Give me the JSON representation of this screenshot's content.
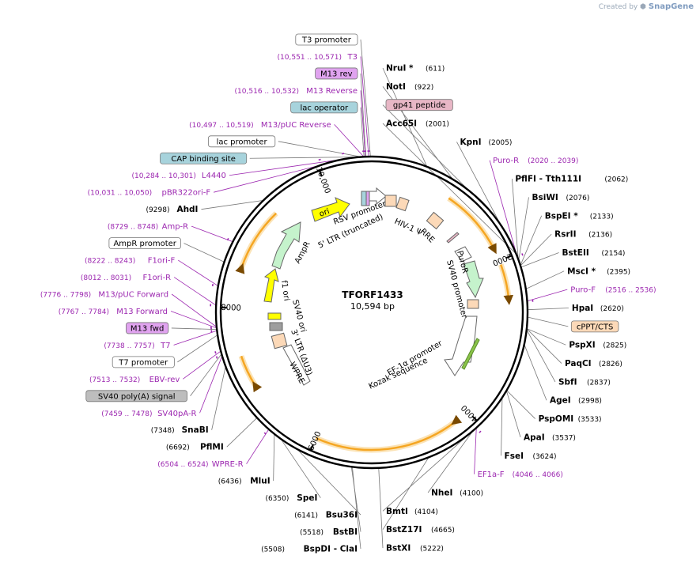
{
  "brand": {
    "created_by": "Created by",
    "name": "SnapGene"
  },
  "plasmid": {
    "name": "TFORF1433",
    "length": "10,594 bp"
  },
  "ticks": [
    {
      "text": "2000",
      "bp": 2000
    },
    {
      "text": "4000",
      "bp": 4000
    },
    {
      "text": "6000",
      "bp": 6000
    },
    {
      "text": "8000",
      "bp": 8000
    },
    {
      "text": "10,000",
      "bp": 10000
    }
  ],
  "sites": [
    {
      "side": "R",
      "name": "NruI *",
      "pos": "(611)",
      "bp": 611
    },
    {
      "side": "R",
      "name": "NotI",
      "pos": "(922)",
      "bp": 922
    },
    {
      "side": "R",
      "kind": "box",
      "name": "gp41 peptide",
      "color": "#e8b7c6",
      "bp": 1500
    },
    {
      "side": "R",
      "name": "Acc65I",
      "pos": "(2001)",
      "bp": 2001
    },
    {
      "side": "R",
      "name": "KpnI",
      "pos": "(2005)",
      "bp": 2005
    },
    {
      "side": "R",
      "kind": "primer",
      "name": "Puro-R",
      "pos": "(2020 .. 2039)",
      "bp": 2030
    },
    {
      "side": "R",
      "name": "PflFI - Tth111I",
      "pos": "(2062)",
      "bp": 2062
    },
    {
      "side": "R",
      "name": "BsiWI",
      "pos": "(2076)",
      "bp": 2076
    },
    {
      "side": "R",
      "name": "BspEI *",
      "pos": "(2133)",
      "bp": 2133
    },
    {
      "side": "R",
      "name": "RsrII",
      "pos": "(2136)",
      "bp": 2136
    },
    {
      "side": "R",
      "name": "BstEII",
      "pos": "(2154)",
      "bp": 2154
    },
    {
      "side": "R",
      "name": "MscI *",
      "pos": "(2395)",
      "bp": 2395
    },
    {
      "side": "R",
      "kind": "primer",
      "name": "Puro-F",
      "pos": "(2516 .. 2536)",
      "bp": 2526
    },
    {
      "side": "R",
      "name": "HpaI",
      "pos": "(2620)",
      "bp": 2620
    },
    {
      "side": "R",
      "kind": "box",
      "name": "cPPT/CTS",
      "color": "#fcd9b8",
      "bp": 2700
    },
    {
      "side": "R",
      "name": "PspXI",
      "pos": "(2825)",
      "bp": 2825
    },
    {
      "side": "R",
      "name": "PaqCI",
      "pos": "(2826)",
      "bp": 2826
    },
    {
      "side": "R",
      "name": "SbfI",
      "pos": "(2837)",
      "bp": 2837
    },
    {
      "side": "R",
      "name": "AgeI",
      "pos": "(2998)",
      "bp": 2998
    },
    {
      "side": "R",
      "name": "PspOMI",
      "pos": "(3533)",
      "bp": 3533
    },
    {
      "side": "R",
      "name": "ApaI",
      "pos": "(3537)",
      "bp": 3537
    },
    {
      "side": "R",
      "name": "FseI",
      "pos": "(3624)",
      "bp": 3624
    },
    {
      "side": "R",
      "kind": "primer",
      "name": "EF1a-F",
      "pos": "(4046 .. 4066)",
      "bp": 4056
    },
    {
      "side": "R",
      "name": "NheI",
      "pos": "(4100)",
      "bp": 4100
    },
    {
      "side": "R",
      "name": "BmtI",
      "pos": "(4104)",
      "bp": 4104
    },
    {
      "side": "R",
      "name": "BstZ17I",
      "pos": "(4665)",
      "bp": 4665
    },
    {
      "side": "R",
      "name": "BstXI",
      "pos": "(5222)",
      "bp": 5222
    },
    {
      "side": "L",
      "name": "BstBI",
      "pos": "(5518)",
      "bp": 5518
    },
    {
      "side": "L",
      "name": "BspDI - ClaI",
      "pos": "(5508)",
      "bp": 5508
    },
    {
      "side": "L",
      "name": "Bsu36I",
      "pos": "(6141)",
      "bp": 6141
    },
    {
      "side": "L",
      "name": "SpeI",
      "pos": "(6350)",
      "bp": 6350
    },
    {
      "side": "L",
      "name": "MluI",
      "pos": "(6436)",
      "bp": 6436
    },
    {
      "side": "L",
      "kind": "primer",
      "name": "WPRE-R",
      "pos": "(6504 .. 6524)",
      "bp": 6514
    },
    {
      "side": "L",
      "name": "PflMI",
      "pos": "(6692)",
      "bp": 6692
    },
    {
      "side": "L",
      "name": "SnaBI",
      "pos": "(7348)",
      "bp": 7348
    },
    {
      "side": "L",
      "kind": "primer",
      "name": "SV40pA-R",
      "pos": "(7459 .. 7478)",
      "bp": 7468
    },
    {
      "side": "L",
      "kind": "box",
      "name": "SV40 poly(A) signal",
      "color": "#bdbdbd",
      "bp": 7490
    },
    {
      "side": "L",
      "kind": "primer",
      "name": "EBV-rev",
      "pos": "(7513 .. 7532)",
      "bp": 7522
    },
    {
      "side": "L",
      "kind": "box",
      "name": "T7 promoter",
      "color": "#ffffff",
      "bp": 7700
    },
    {
      "side": "L",
      "kind": "primer",
      "name": "T7",
      "pos": "(7738 .. 7757)",
      "bp": 7747
    },
    {
      "side": "L",
      "kind": "box",
      "name": "M13 fwd",
      "color": "#e0a3ef",
      "bp": 7760
    },
    {
      "side": "L",
      "kind": "primer",
      "name": "M13 Forward",
      "pos": "(7767 .. 7784)",
      "bp": 7775
    },
    {
      "side": "L",
      "kind": "primer",
      "name": "M13/pUC Forward",
      "pos": "(7776 .. 7798)",
      "bp": 7787
    },
    {
      "side": "L",
      "kind": "primer",
      "name": "F1ori-R",
      "pos": "(8012 .. 8031)",
      "bp": 8021
    },
    {
      "side": "L",
      "kind": "primer",
      "name": "F1ori-F",
      "pos": "(8222 .. 8243)",
      "bp": 8232
    },
    {
      "side": "L",
      "kind": "box",
      "name": "AmpR promoter",
      "color": "#ffffff",
      "bp": 8500
    },
    {
      "side": "L",
      "kind": "primer",
      "name": "Amp-R",
      "pos": "(8729 .. 8748)",
      "bp": 8738
    },
    {
      "side": "L",
      "name": "AhdI",
      "pos": "(9298)",
      "bp": 9298
    },
    {
      "side": "L",
      "kind": "primer",
      "name": "pBR322ori-F",
      "pos": "(10,031 .. 10,050)",
      "bp": 10040
    },
    {
      "side": "L",
      "kind": "primer",
      "name": "L4440",
      "pos": "(10,284 .. 10,301)",
      "bp": 10292
    },
    {
      "side": "L",
      "kind": "box",
      "name": "CAP binding site",
      "color": "#a7d3dc",
      "bp": 10470
    },
    {
      "side": "L",
      "kind": "box",
      "name": "lac promoter",
      "color": "#ffffff",
      "bp": 10480
    },
    {
      "side": "L",
      "kind": "primer",
      "name": "M13/pUC Reverse",
      "pos": "(10,497 .. 10,519)",
      "bp": 10508
    },
    {
      "side": "L",
      "kind": "box",
      "name": "lac operator",
      "color": "#a7d3dc",
      "bp": 10510
    },
    {
      "side": "L",
      "kind": "primer",
      "name": "M13 Reverse",
      "pos": "(10,516 .. 10,532)",
      "bp": 10524
    },
    {
      "side": "L",
      "kind": "box",
      "name": "M13 rev",
      "color": "#e0a3ef",
      "bp": 10530
    },
    {
      "side": "L",
      "kind": "primer",
      "name": "T3",
      "pos": "(10,551 .. 10,571)",
      "bp": 10561
    },
    {
      "side": "L",
      "kind": "box",
      "name": "T3 promoter",
      "color": "#ffffff",
      "bp": 10580
    }
  ],
  "features": [
    {
      "name": "RSV promoter",
      "color": "#ffffff"
    },
    {
      "name": "5' LTR (truncated)",
      "color": "#fcd9b8"
    },
    {
      "name": "HIV-1 Ψ",
      "color": "#fcd9b8"
    },
    {
      "name": "RRE",
      "color": "#fcd9b8"
    },
    {
      "name": "SV40 promoter",
      "color": "#ffffff"
    },
    {
      "name": "PuroR",
      "color": "#c5f3cc"
    },
    {
      "name": "EF-1α promoter",
      "color": "#ffffff"
    },
    {
      "name": "Kozak sequence",
      "color": "#ffffff"
    },
    {
      "name": "WPRE",
      "color": "#ffffff"
    },
    {
      "name": "3' LTR (ΔU3)",
      "color": "#fcd9b8"
    },
    {
      "name": "SV40 ori",
      "color": "#ffffff"
    },
    {
      "name": "f1 ori",
      "color": "#ffff00"
    },
    {
      "name": "AmpR",
      "color": "#c5f3cc"
    },
    {
      "name": "ori",
      "color": "#ffff00"
    }
  ],
  "colors": {
    "primer": "#9c27b0",
    "orf": "#f5a623",
    "ring": "#000000"
  }
}
